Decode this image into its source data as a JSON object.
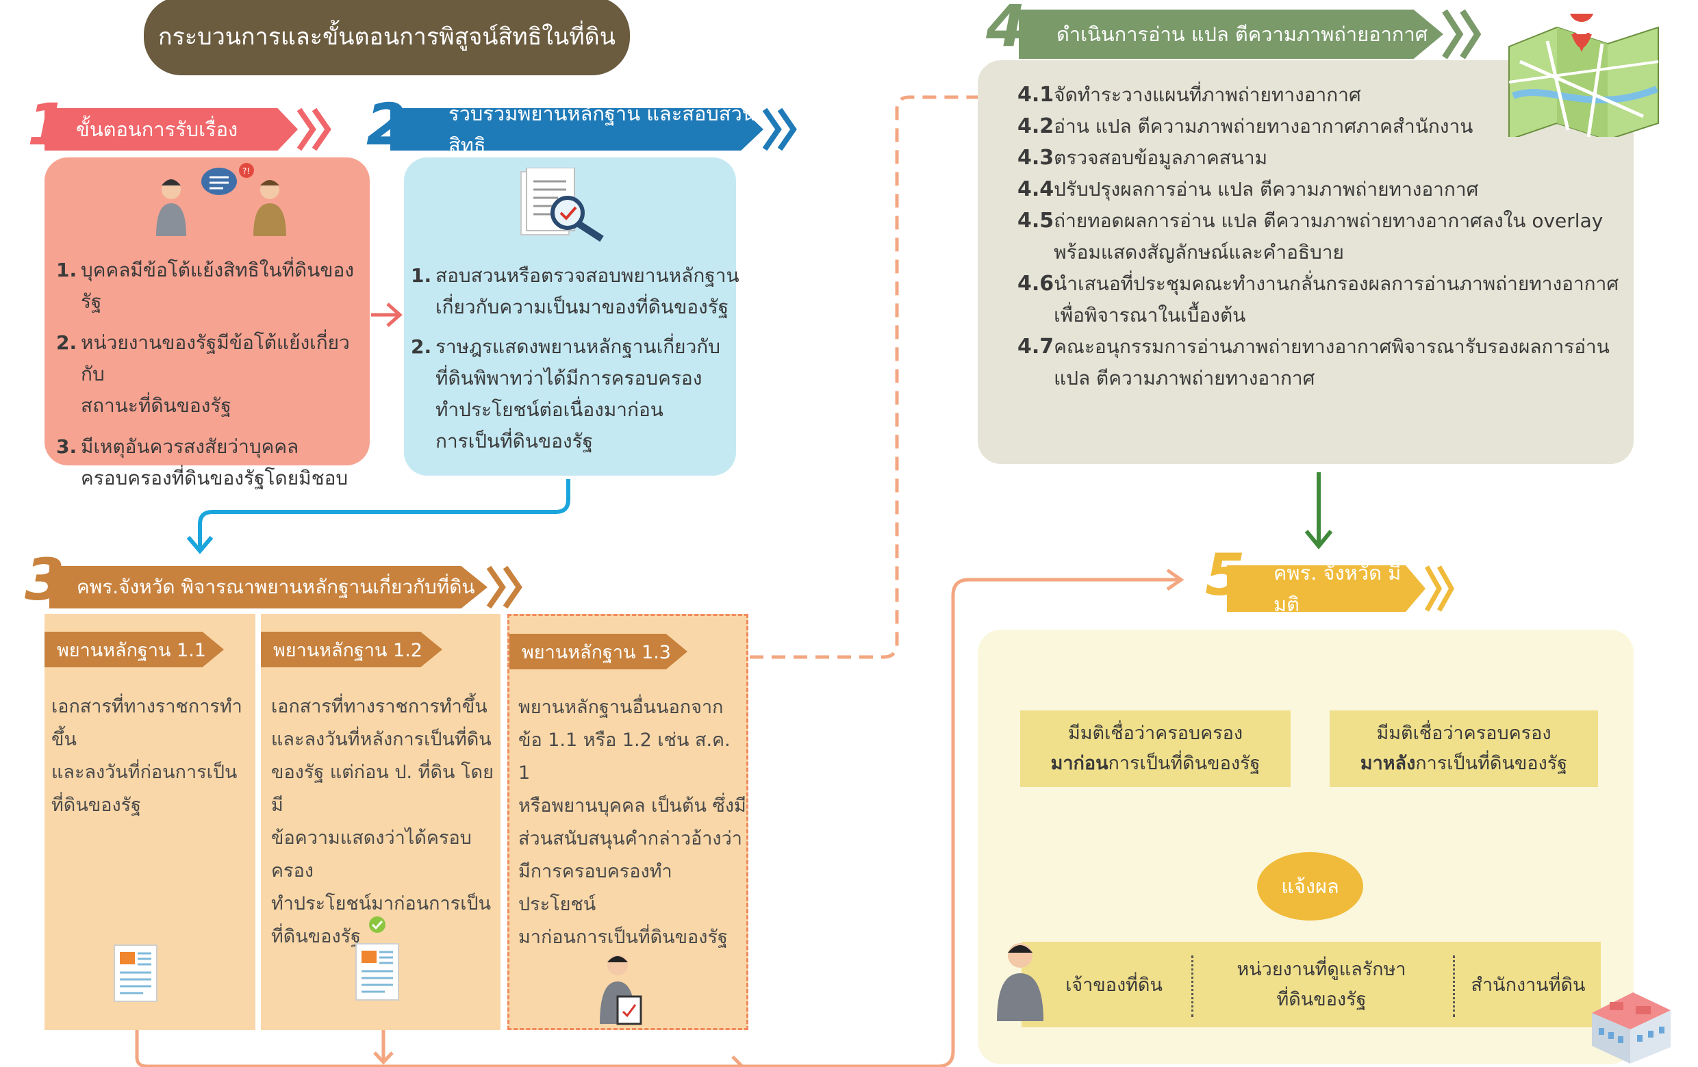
{
  "title": "กระบวนการและขั้นตอนการพิสูจน์สิทธิในที่ดิน",
  "step1": {
    "num": "1",
    "label": "ขั้นตอนการรับเรื่อง",
    "items": [
      {
        "n": "1.",
        "lines": [
          "บุคคลมีข้อโต้แย้งสิทธิในที่ดินของรัฐ"
        ]
      },
      {
        "n": "2.",
        "lines": [
          "หน่วยงานของรัฐมีข้อโต้แย้งเกี่ยวกับ",
          "สถานะที่ดินของรัฐ"
        ]
      },
      {
        "n": "3.",
        "lines": [
          "มีเหตุอันควรสงสัยว่าบุคคล",
          "ครอบครองที่ดินของรัฐโดยมิชอบ"
        ]
      }
    ]
  },
  "step2": {
    "num": "2",
    "label": "รวบรวมพยานหลักฐาน และสอบสวนสิทธิ",
    "items": [
      {
        "n": "1.",
        "lines": [
          "สอบสวนหรือตรวจสอบพยานหลักฐาน",
          "เกี่ยวกับความเป็นมาของที่ดินของรัฐ"
        ]
      },
      {
        "n": "2.",
        "lines": [
          "ราษฎรแสดงพยานหลักฐานเกี่ยวกับ",
          "ที่ดินพิพาทว่าได้มีการครอบครอง",
          "ทำประโยชน์ต่อเนื่องมาก่อน",
          "การเป็นที่ดินของรัฐ"
        ]
      }
    ]
  },
  "step3": {
    "num": "3",
    "label": "คพร.จังหวัด พิจารณาพยานหลักฐานเกี่ยวกับที่ดิน",
    "evidence": [
      {
        "tag": "พยานหลักฐาน 1.1",
        "lines": [
          "เอกสารที่ทางราชการทำขึ้น",
          "และลงวันที่ก่อนการเป็น",
          "ที่ดินของรัฐ"
        ]
      },
      {
        "tag": "พยานหลักฐาน 1.2",
        "lines": [
          "เอกสารที่ทางราชการทำขึ้น",
          "และลงวันที่หลังการเป็นที่ดิน",
          "ของรัฐ แต่ก่อน ป. ที่ดิน โดยมี",
          "ข้อความแสดงว่าได้ครอบครอง",
          "ทำประโยชน์มาก่อนการเป็น",
          "ที่ดินของรัฐ"
        ]
      },
      {
        "tag": "พยานหลักฐาน 1.3",
        "lines": [
          "พยานหลักฐานอื่นนอกจาก",
          "ข้อ 1.1 หรือ 1.2 เช่น ส.ค. 1",
          "หรือพยานบุคคล เป็นต้น ซึ่งมี",
          "ส่วนสนับสนุนคำกล่าวอ้างว่า",
          "มีการครอบครองทำประโยชน์",
          "มาก่อนการเป็นที่ดินของรัฐ"
        ]
      }
    ]
  },
  "step4": {
    "num": "4",
    "label": "ดำเนินการอ่าน แปล ตีความภาพถ่ายอากาศ",
    "items": [
      {
        "n": "4.1",
        "lines": [
          "จัดทำระวางแผนที่ภาพถ่ายทางอากาศ"
        ]
      },
      {
        "n": "4.2",
        "lines": [
          "อ่าน แปล ตีความภาพถ่ายทางอากาศภาคสำนักงาน"
        ]
      },
      {
        "n": "4.3",
        "lines": [
          "ตรวจสอบข้อมูลภาคสนาม"
        ]
      },
      {
        "n": "4.4",
        "lines": [
          "ปรับปรุงผลการอ่าน แปล ตีความภาพถ่ายทางอากาศ"
        ]
      },
      {
        "n": "4.5",
        "lines": [
          "ถ่ายทอดผลการอ่าน แปล ตีความภาพถ่ายทางอากาศลงใน overlay",
          "พร้อมแสดงสัญลักษณ์และคำอธิบาย"
        ]
      },
      {
        "n": "4.6",
        "lines": [
          "นำเสนอที่ประชุมคณะทำงานกลั่นกรองผลการอ่านภาพถ่ายทางอากาศ",
          "เพื่อพิจารณาในเบื้องต้น"
        ]
      },
      {
        "n": "4.7",
        "lines": [
          "คณะอนุกรรมการอ่านภาพถ่ายทางอากาศพิจารณารับรองผลการอ่าน",
          "แปล ตีความภาพถ่ายทางอากาศ"
        ]
      }
    ]
  },
  "step5": {
    "num": "5",
    "label": "คพร. จังหวัด มีมติ",
    "before": {
      "line1": "มีมติเชื่อว่าครอบครอง",
      "bold": "มาก่อน",
      "rest": "การเป็นที่ดินของรัฐ"
    },
    "after": {
      "line1": "มีมติเชื่อว่าครอบครอง",
      "bold": "มาหลัง",
      "rest": "การเป็นที่ดินของรัฐ"
    },
    "notify": "แจ้งผล",
    "recipients": [
      "เจ้าของที่ดิน",
      "หน่วยงานที่ดูแลรักษา",
      "ที่ดินของรัฐ",
      "สำนักงานที่ดิน"
    ]
  },
  "colors": {
    "brown": "#6b5b3f",
    "red": "#f0666a",
    "pink_box": "#f7a392",
    "blue": "#1f7ab8",
    "light_blue": "#c5e9f3",
    "orange": "#c8823d",
    "peach": "#f9d7a8",
    "green": "#7a9a6a",
    "beige": "#e5e4d6",
    "gold": "#f0bb3a",
    "cream": "#fbf7dd"
  }
}
